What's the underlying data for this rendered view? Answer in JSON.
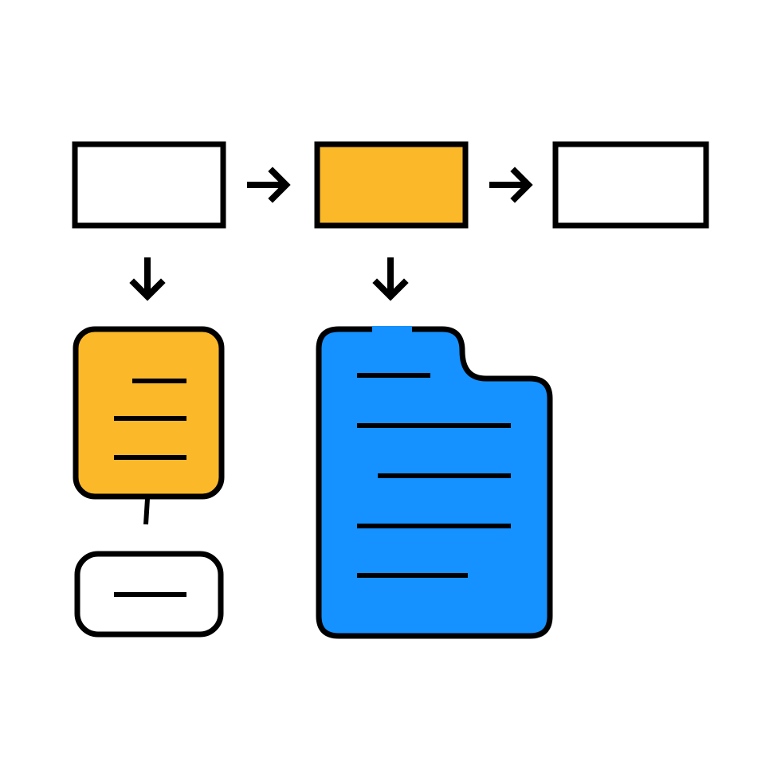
{
  "icon": {
    "name": "workflow-document-flow-icon",
    "colors": {
      "background": "#ffffff",
      "stroke": "#000000",
      "accent_yellow": "#fbb829",
      "accent_blue": "#1592ff",
      "neutral_fill": "#ffffff"
    },
    "nodes": [
      {
        "id": "process-box-1",
        "fill_key": "neutral_fill"
      },
      {
        "id": "process-box-2-highlighted",
        "fill_key": "accent_yellow"
      },
      {
        "id": "process-box-3",
        "fill_key": "neutral_fill"
      },
      {
        "id": "note-card",
        "fill_key": "accent_yellow"
      },
      {
        "id": "result-pill",
        "fill_key": "neutral_fill"
      },
      {
        "id": "document-page",
        "fill_key": "accent_blue"
      }
    ]
  }
}
